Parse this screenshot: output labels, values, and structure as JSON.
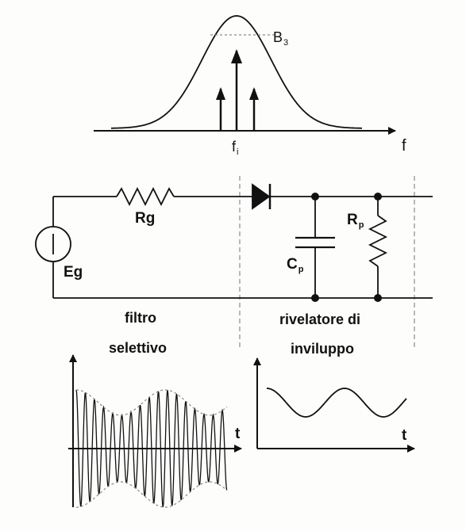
{
  "spectrum": {
    "freq_label_main": "f",
    "freq_label_sub": "i",
    "axis_label": "f",
    "bandwidth_label_main": "B",
    "bandwidth_label_sub": "3"
  },
  "circuit": {
    "source_label": "Eg",
    "resistor_label": "Rg",
    "capacitor_label_main": "C",
    "capacitor_label_sub": "p",
    "load_resistor_label_main": "R",
    "load_resistor_label_sub": "p"
  },
  "sections": {
    "filter_line1": "filtro",
    "filter_line2": "selettivo",
    "detector_line1": "rivelatore di",
    "detector_line2": "inviluppo"
  },
  "waveforms": {
    "am_time_label": "t",
    "envelope_time_label": "t"
  },
  "colors": {
    "ink": "#111111",
    "dashed": "#8a8a8a",
    "paper": "#fdfdfc"
  }
}
